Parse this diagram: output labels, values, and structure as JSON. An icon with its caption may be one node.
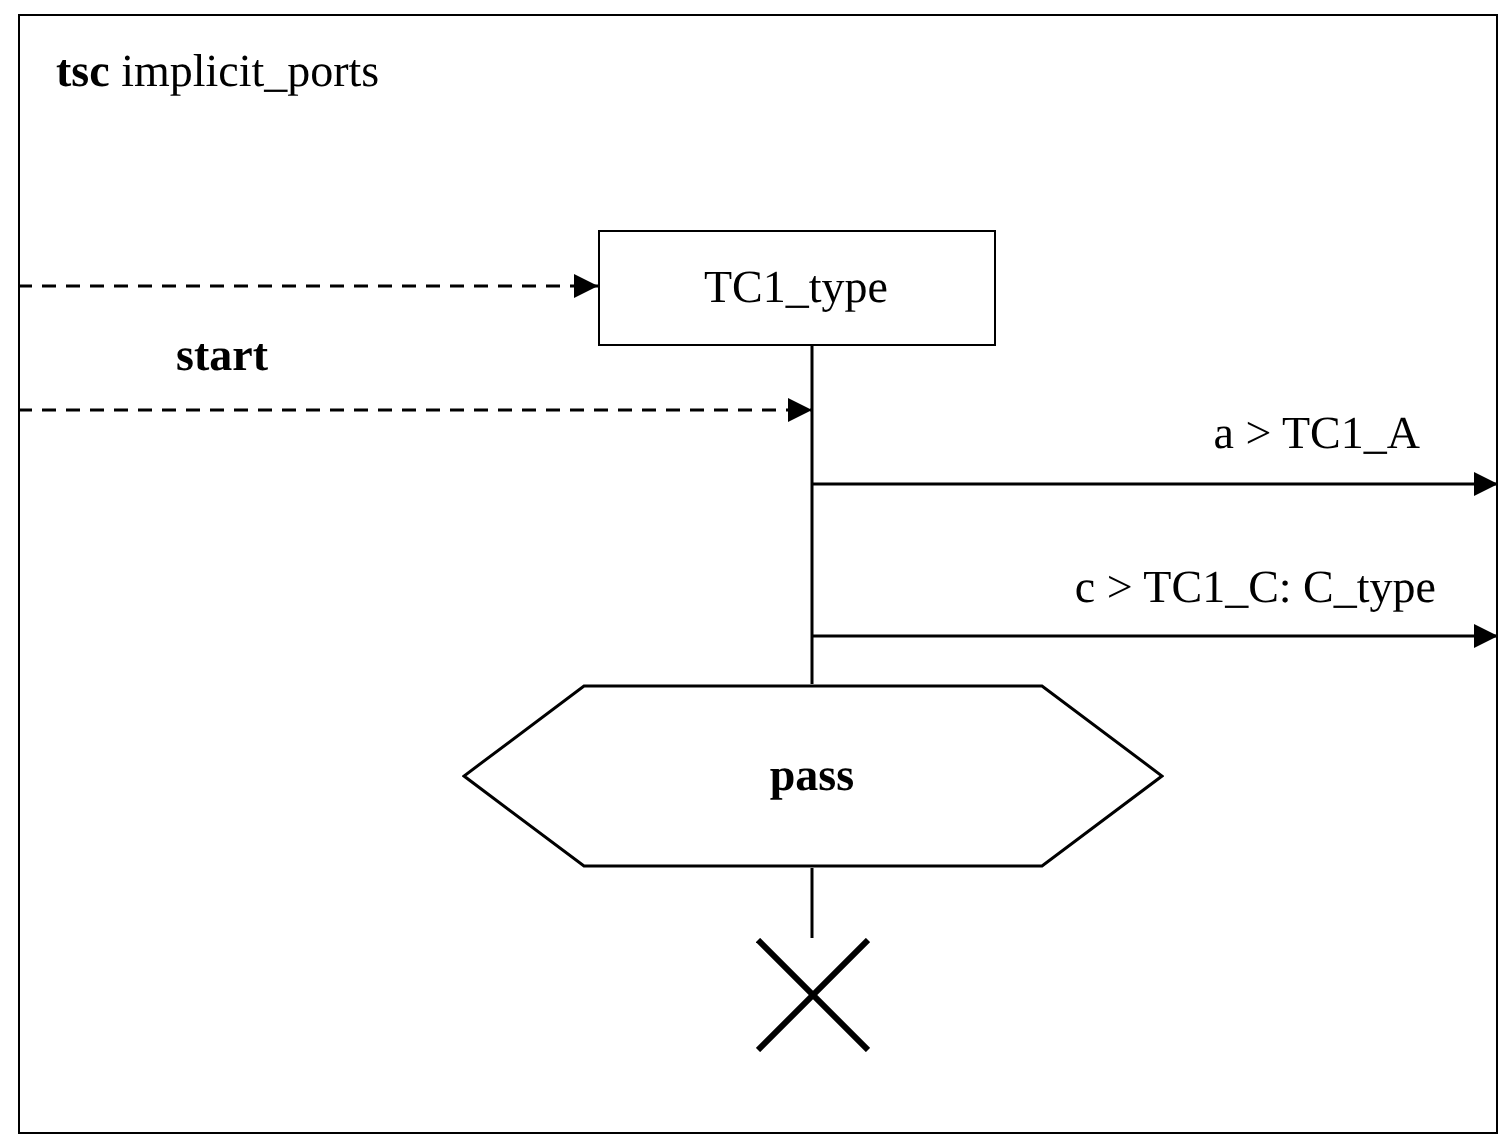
{
  "diagram": {
    "nodes": [
      {
        "text": [
          "**tsc** implicit_ports"
        ]
      },
      {
        "text": [
          "TC1_type"
        ],
        "in": 0
      },
      {
        "text": [
          "pass"
        ],
        "in": 0
      },
      {
        "text": [],
        "shape": "cross",
        "in": 0
      }
    ],
    "edges": [
      {
        "from": 0,
        "to": 1,
        "arrow": "to",
        "style": "dashed"
      },
      {
        "from": 0,
        "to": null,
        "arrow": "to",
        "style": "dashed",
        "label": "start"
      },
      {
        "from": 1,
        "to": 2,
        "arrow": "none"
      },
      {
        "from": null,
        "to": 0,
        "arrow": "to",
        "label": "a > TC1_A"
      },
      {
        "from": null,
        "to": 0,
        "arrow": "to",
        "label": "c > TC1_C: C_type"
      },
      {
        "from": 2,
        "to": 3,
        "arrow": "none"
      }
    ]
  }
}
